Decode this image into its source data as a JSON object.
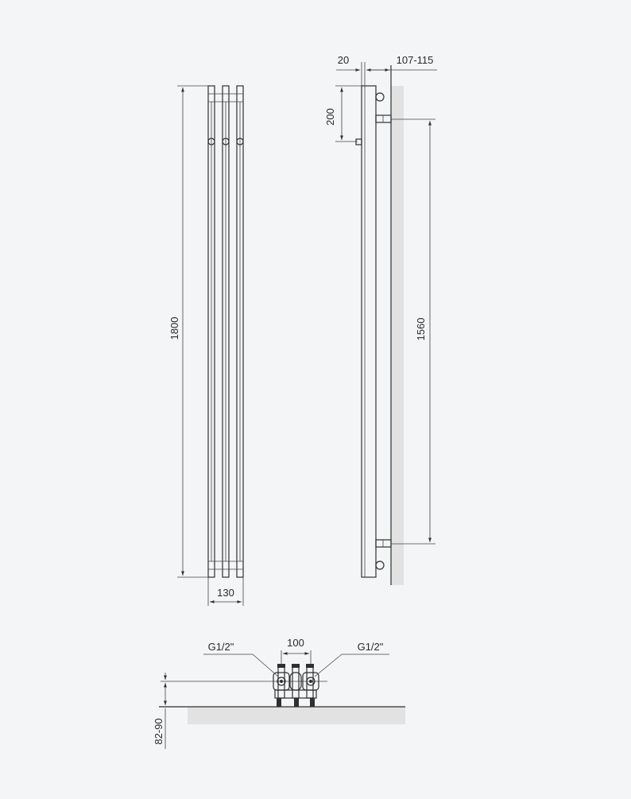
{
  "dimensions": {
    "height_total": "1800",
    "width_total": "130",
    "wall_offset": "20",
    "wall_depth": "107-115",
    "top_to_connection": "200",
    "bracket_spacing": "1560",
    "valve_spacing": "100",
    "connection_left": "G1/2\"",
    "connection_right": "G1/2\"",
    "floor_height": "82-90"
  },
  "colors": {
    "background": "#f4f5f7",
    "line": "#2f2f2f",
    "wall": "#e2e2e2"
  }
}
